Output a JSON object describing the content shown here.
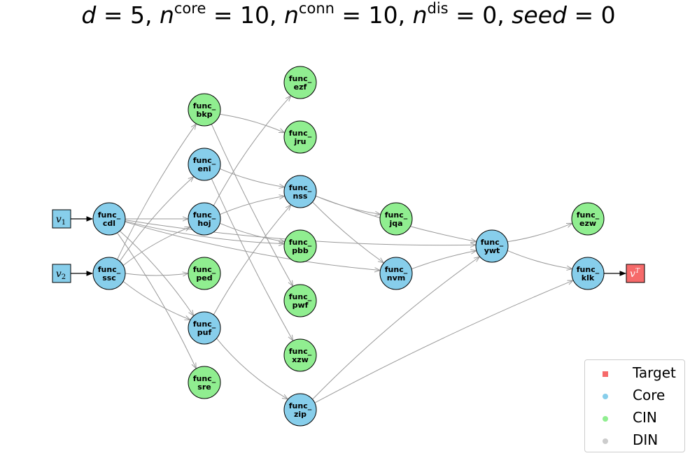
{
  "title": {
    "d": "d",
    "d_val": "5",
    "n": "n",
    "core_sup": "core",
    "core_val": "10",
    "conn_sup": "conn",
    "conn_val": "10",
    "dis_sup": "dis",
    "dis_val": "0",
    "seed": "seed",
    "seed_val": "0"
  },
  "colors": {
    "target": "#f66a6a",
    "core": "#87ceeb",
    "cin": "#90ee90",
    "din": "#cccccc",
    "edge": "#999999"
  },
  "nodes": [
    {
      "id": "v1",
      "kind": "input",
      "label": "v",
      "sub": "1"
    },
    {
      "id": "v2",
      "kind": "input",
      "label": "v",
      "sub": "2"
    },
    {
      "id": "cdl",
      "kind": "core",
      "line1": "func_",
      "line2": "cdl"
    },
    {
      "id": "ssc",
      "kind": "core",
      "line1": "func_",
      "line2": "ssc"
    },
    {
      "id": "bkp",
      "kind": "cin",
      "line1": "func_",
      "line2": "bkp"
    },
    {
      "id": "eni",
      "kind": "core",
      "line1": "func_",
      "line2": "eni"
    },
    {
      "id": "hoj",
      "kind": "core",
      "line1": "func_",
      "line2": "hoj"
    },
    {
      "id": "ped",
      "kind": "cin",
      "line1": "func_",
      "line2": "ped"
    },
    {
      "id": "puf",
      "kind": "core",
      "line1": "func_",
      "line2": "puf"
    },
    {
      "id": "sre",
      "kind": "cin",
      "line1": "func_",
      "line2": "sre"
    },
    {
      "id": "ezf",
      "kind": "cin",
      "line1": "func_",
      "line2": "ezf"
    },
    {
      "id": "jru",
      "kind": "cin",
      "line1": "func_",
      "line2": "jru"
    },
    {
      "id": "nss",
      "kind": "core",
      "line1": "func_",
      "line2": "nss"
    },
    {
      "id": "pbb",
      "kind": "cin",
      "line1": "func_",
      "line2": "pbb"
    },
    {
      "id": "pwf",
      "kind": "cin",
      "line1": "func_",
      "line2": "pwf"
    },
    {
      "id": "xzw",
      "kind": "cin",
      "line1": "func_",
      "line2": "xzw"
    },
    {
      "id": "zip",
      "kind": "core",
      "line1": "func_",
      "line2": "zip"
    },
    {
      "id": "jqa",
      "kind": "cin",
      "line1": "func_",
      "line2": "jqa"
    },
    {
      "id": "nvm",
      "kind": "core",
      "line1": "func_",
      "line2": "nvm"
    },
    {
      "id": "ywt",
      "kind": "core",
      "line1": "func_",
      "line2": "ywt"
    },
    {
      "id": "ezw",
      "kind": "cin",
      "line1": "func_",
      "line2": "ezw"
    },
    {
      "id": "klk",
      "kind": "core",
      "line1": "func_",
      "line2": "klk"
    },
    {
      "id": "vT",
      "kind": "target",
      "label": "v",
      "sup": "T"
    }
  ],
  "edges": [
    [
      "v1",
      "cdl"
    ],
    [
      "v2",
      "ssc"
    ],
    [
      "cdl",
      "hoj"
    ],
    [
      "cdl",
      "pbb"
    ],
    [
      "cdl",
      "ywt"
    ],
    [
      "cdl",
      "nvm"
    ],
    [
      "cdl",
      "puf"
    ],
    [
      "cdl",
      "sre"
    ],
    [
      "ssc",
      "bkp"
    ],
    [
      "ssc",
      "eni"
    ],
    [
      "ssc",
      "hoj"
    ],
    [
      "ssc",
      "ped"
    ],
    [
      "ssc",
      "puf"
    ],
    [
      "bkp",
      "jru"
    ],
    [
      "bkp",
      "pwf"
    ],
    [
      "eni",
      "nss"
    ],
    [
      "eni",
      "xzw"
    ],
    [
      "hoj",
      "ezf"
    ],
    [
      "hoj",
      "nss"
    ],
    [
      "hoj",
      "pbb"
    ],
    [
      "puf",
      "nss"
    ],
    [
      "puf",
      "zip"
    ],
    [
      "nss",
      "jqa"
    ],
    [
      "nss",
      "nvm"
    ],
    [
      "nss",
      "ywt"
    ],
    [
      "zip",
      "ywt"
    ],
    [
      "zip",
      "klk"
    ],
    [
      "nvm",
      "ywt"
    ],
    [
      "ywt",
      "ezw"
    ],
    [
      "ywt",
      "klk"
    ],
    [
      "klk",
      "vT"
    ]
  ],
  "legend": [
    {
      "label": "Target",
      "kind": "target"
    },
    {
      "label": "Core",
      "kind": "core"
    },
    {
      "label": "CIN",
      "kind": "cin"
    },
    {
      "label": "DIN",
      "kind": "din"
    }
  ]
}
